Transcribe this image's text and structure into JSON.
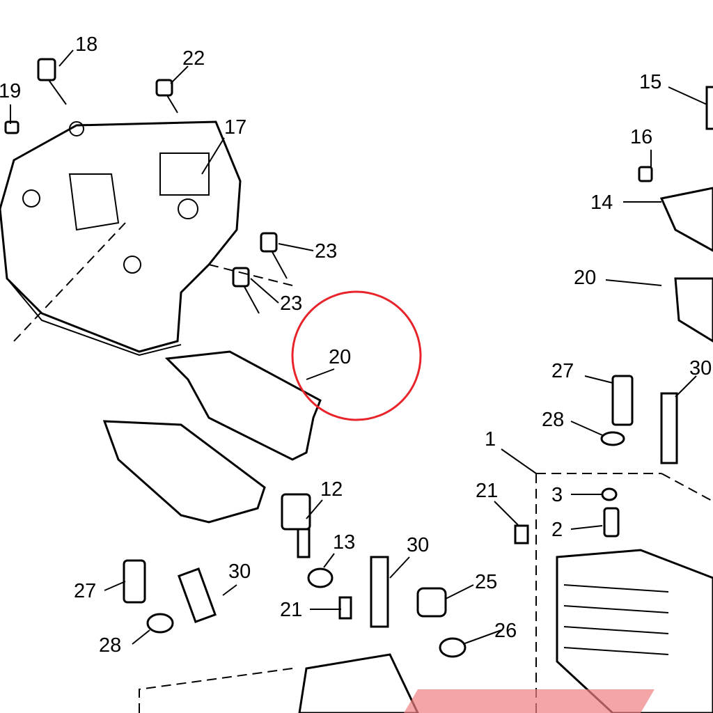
{
  "diagram": {
    "type": "exploded-parts-diagram",
    "highlight_color": "#e8242a",
    "callouts": {
      "c18": "18",
      "c22": "22",
      "c19": "19",
      "c17": "17",
      "c23a": "23",
      "c23b": "23",
      "c20a": "20",
      "c12": "12",
      "c13": "13",
      "c30a": "30",
      "c30b": "30",
      "c27a": "27",
      "c28a": "28",
      "c21a": "21",
      "c25": "25",
      "c26": "26",
      "c15": "15",
      "c16": "16",
      "c14": "14",
      "c20b": "20",
      "c27b": "27",
      "c30c": "30",
      "c28b": "28",
      "c1": "1",
      "c21b": "21",
      "c3": "3",
      "c2": "2"
    },
    "highlighted_callout": "20"
  }
}
